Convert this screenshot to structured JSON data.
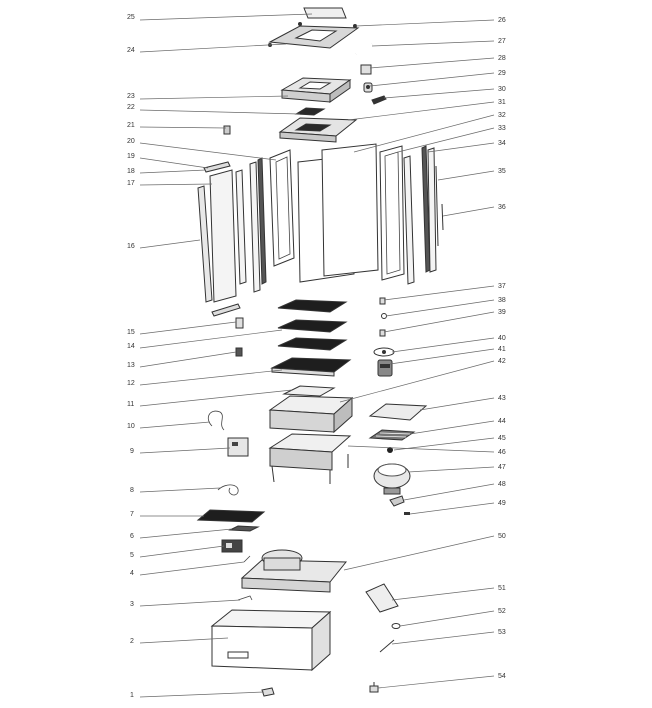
{
  "diagram": {
    "type": "exploded-parts-view",
    "colors": {
      "line": "#333333",
      "dark_fill": "#1e1e1e",
      "mid_fill": "#bdbdbd",
      "light_fill": "#f2f2f2"
    },
    "callouts_left": [
      "25",
      "24",
      "23",
      "22",
      "21",
      "20",
      "19",
      "18",
      "17",
      "16",
      "15",
      "14",
      "13",
      "12",
      "11",
      "10",
      "9",
      "8",
      "7",
      "6",
      "5",
      "4",
      "3",
      "2",
      "1"
    ],
    "callouts_right": [
      "26",
      "27",
      "28",
      "29",
      "30",
      "31",
      "32",
      "33",
      "34",
      "35",
      "36",
      "37",
      "38",
      "39",
      "40",
      "41",
      "42",
      "43",
      "44",
      "45",
      "46",
      "47",
      "48",
      "49",
      "50",
      "51",
      "52",
      "53",
      "54"
    ]
  }
}
